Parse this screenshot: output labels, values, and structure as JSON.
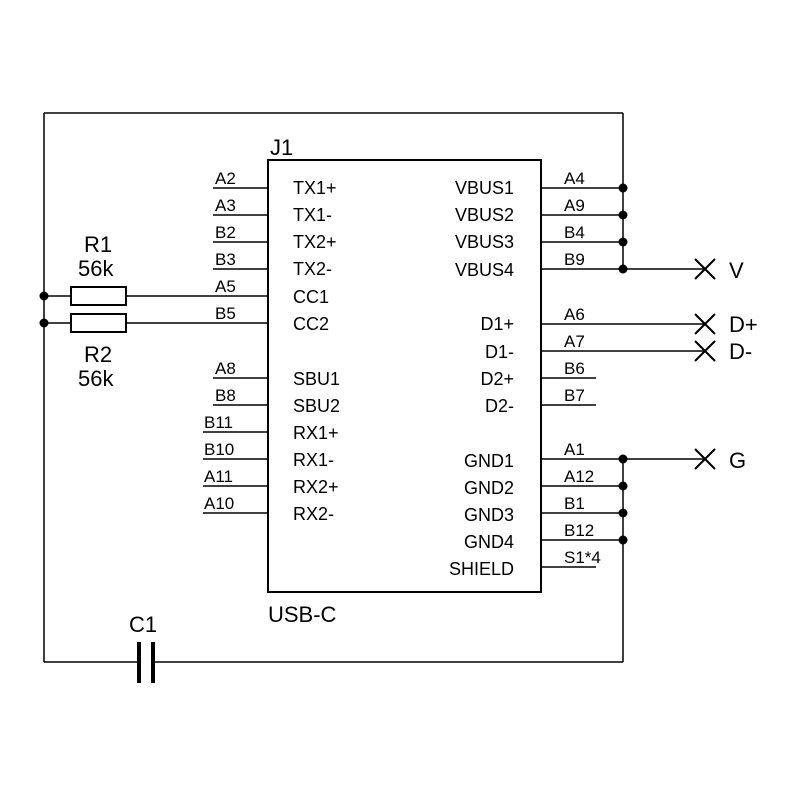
{
  "connector": {
    "ref": "J1",
    "value": "USB-C",
    "left_pins": [
      {
        "num": "A2",
        "name": "TX1+"
      },
      {
        "num": "A3",
        "name": "TX1-"
      },
      {
        "num": "B2",
        "name": "TX2+"
      },
      {
        "num": "B3",
        "name": "TX2-"
      },
      {
        "num": "A5",
        "name": "CC1"
      },
      {
        "num": "B5",
        "name": "CC2"
      },
      {
        "num": "A8",
        "name": "SBU1"
      },
      {
        "num": "B8",
        "name": "SBU2"
      },
      {
        "num": "B11",
        "name": "RX1+"
      },
      {
        "num": "B10",
        "name": "RX1-"
      },
      {
        "num": "A11",
        "name": "RX2+"
      },
      {
        "num": "A10",
        "name": "RX2-"
      }
    ],
    "right_pins": [
      {
        "num": "A4",
        "name": "VBUS1"
      },
      {
        "num": "A9",
        "name": "VBUS2"
      },
      {
        "num": "B4",
        "name": "VBUS3"
      },
      {
        "num": "B9",
        "name": "VBUS4"
      },
      {
        "num": "A6",
        "name": "D1+"
      },
      {
        "num": "A7",
        "name": "D1-"
      },
      {
        "num": "B6",
        "name": "D2+"
      },
      {
        "num": "B7",
        "name": "D2-"
      },
      {
        "num": "A1",
        "name": "GND1"
      },
      {
        "num": "A12",
        "name": "GND2"
      },
      {
        "num": "B1",
        "name": "GND3"
      },
      {
        "num": "B12",
        "name": "GND4"
      },
      {
        "num": "S1*4",
        "name": "SHIELD"
      }
    ]
  },
  "resistors": [
    {
      "ref": "R1",
      "value": "56k"
    },
    {
      "ref": "R2",
      "value": "56k"
    }
  ],
  "capacitor": {
    "ref": "C1"
  },
  "net_labels": {
    "vbus": "V",
    "dplus": "D+",
    "dminus": "D-",
    "gnd": "G"
  },
  "colors": {
    "line": "#000000",
    "background": "#ffffff"
  }
}
